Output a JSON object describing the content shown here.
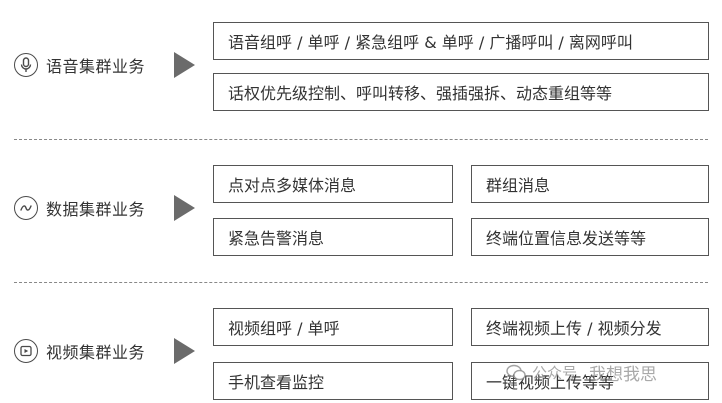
{
  "sections": [
    {
      "label": "语音集群业务",
      "icon": "microphone-icon",
      "boxes": [
        "语音组呼 / 单呼 / 紧急组呼 & 单呼 / 广播呼叫 / 离网呼叫",
        "话权优先级控制、呼叫转移、强插强拆、动态重组等等"
      ]
    },
    {
      "label": "数据集群业务",
      "icon": "wave-icon",
      "boxes": [
        "点对点多媒体消息",
        "群组消息",
        "紧急告警消息",
        "终端位置信息发送等等"
      ]
    },
    {
      "label": "视频集群业务",
      "icon": "play-icon",
      "boxes": [
        "视频组呼 / 单呼",
        "终端视频上传 / 视频分发",
        "手机查看监控",
        "一键视频上传等等"
      ]
    }
  ],
  "watermark": {
    "prefix": "公众号",
    "name": "我想我思"
  },
  "colors": {
    "border": "#555555",
    "arrow": "#6b6b6b",
    "text": "#333333",
    "divider": "#888888"
  }
}
